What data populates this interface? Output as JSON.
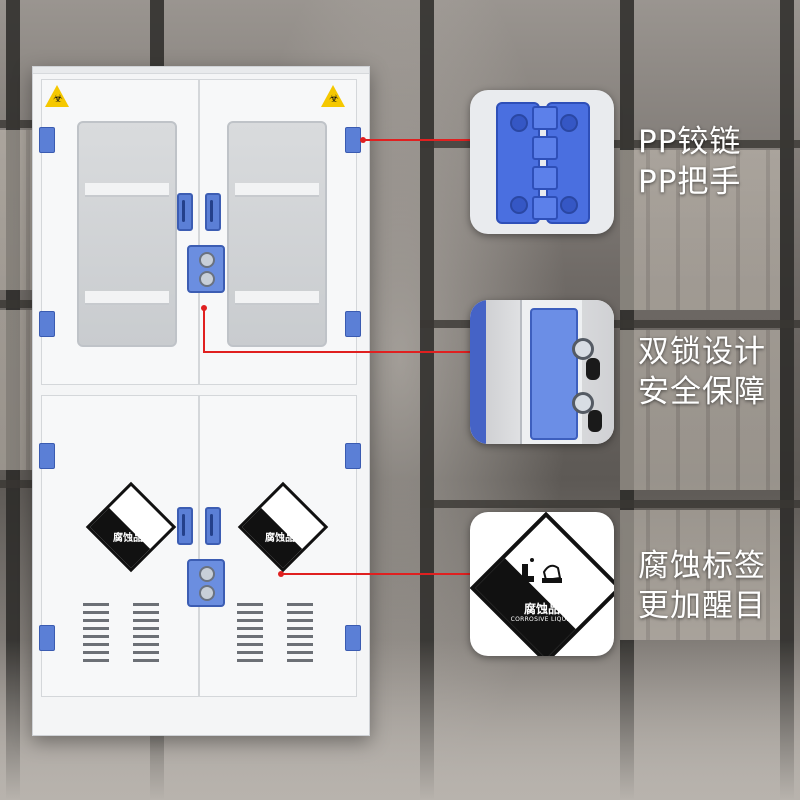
{
  "callouts": [
    {
      "lines": [
        "PP铰链",
        "PP把手"
      ],
      "icon": "plastic-hinge"
    },
    {
      "lines": [
        "双锁设计",
        "安全保障"
      ],
      "icon": "double-lock"
    },
    {
      "lines": [
        "腐蚀标签",
        "更加醒目"
      ],
      "icon": "corrosive-sign"
    }
  ],
  "cabinet": {
    "door_label": "腐蚀品"
  },
  "corrosive_card": {
    "title": "腐蚀品",
    "subtitle": "CORROSIVE LIQUID"
  },
  "colors": {
    "accent_blue": "#5b7fd6",
    "callout_red": "#e02020",
    "warning_yellow": "#f5c800"
  }
}
